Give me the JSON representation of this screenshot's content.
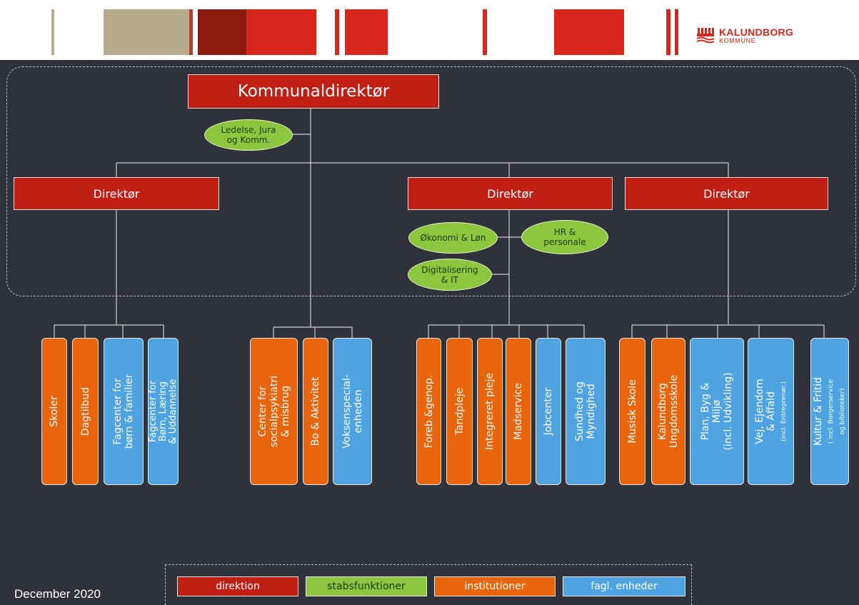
{
  "logo": {
    "name": "KALUNDBORG",
    "sub": "KOMMUNE"
  },
  "top": {
    "label": "Kommunaldirektør"
  },
  "directors": [
    {
      "label": "Direktør"
    },
    {
      "label": "Direktør"
    },
    {
      "label": "Direktør"
    }
  ],
  "staff": [
    {
      "label": "Ledelse, Jura\nog Komm."
    },
    {
      "label": "Økonomi & Løn"
    },
    {
      "label": "HR &\npersonale"
    },
    {
      "label": "Digitalisering\n& IT"
    }
  ],
  "units": [
    {
      "label": "Skoler",
      "sub": "",
      "category": "institutioner"
    },
    {
      "label": "Dagtilbud",
      "sub": "",
      "category": "institutioner"
    },
    {
      "label": "Fagcenter for\nbørn & familier",
      "sub": "",
      "category": "fagl. enheder"
    },
    {
      "label": "Fagcenter for\nBørn, Læring\n& Uddannelse",
      "sub": "",
      "category": "fagl. enheder"
    },
    {
      "label": "Center for\nsocialpsykiatri\n& misbrug",
      "sub": "",
      "category": "institutioner"
    },
    {
      "label": "Bo & Aktivitet",
      "sub": "",
      "category": "institutioner"
    },
    {
      "label": "Voksenspecial-\nenheden",
      "sub": "",
      "category": "fagl. enheder"
    },
    {
      "label": "Foreb.&genop.",
      "sub": "",
      "category": "institutioner"
    },
    {
      "label": "Tandpleje",
      "sub": "",
      "category": "institutioner"
    },
    {
      "label": "Integreret pleje",
      "sub": "",
      "category": "institutioner"
    },
    {
      "label": "Madservice",
      "sub": "",
      "category": "institutioner"
    },
    {
      "label": "Jobcenter",
      "sub": "",
      "category": "fagl. enheder"
    },
    {
      "label": "Sundhed og\nMyndighed",
      "sub": "",
      "category": "fagl. enheder"
    },
    {
      "label": "Musisk Skole",
      "sub": "",
      "category": "institutioner"
    },
    {
      "label": "Kalundborg\nUngdomsskole",
      "sub": "",
      "category": "institutioner"
    },
    {
      "label": "Plan, Byg &\nMiljø\n(incl. Udvikling)",
      "sub": "",
      "category": "fagl. enheder"
    },
    {
      "label": "Vej, Ejendom\n& Affald",
      "sub": "(incl. Entreprenør.)",
      "category": "fagl. enheder"
    },
    {
      "label": "Kultur & Fritid",
      "sub": "( incl. Borgerservice\nog biblioteker)",
      "category": "fagl. enheder"
    }
  ],
  "legend": [
    {
      "label": "direktion",
      "color": "#c11e14"
    },
    {
      "label": "stabsfunktioner",
      "color": "#8cc63f"
    },
    {
      "label": "institutioner",
      "color": "#e8650e"
    },
    {
      "label": "fagl. enheder",
      "color": "#4fa3e0"
    }
  ],
  "footer": {
    "date": "December 2020"
  },
  "colors": {
    "direktion": "#c11e14",
    "stabsfunktioner": "#8cc63f",
    "institutioner": "#e8650e",
    "fagl. enheder": "#4fa3e0",
    "background": "#2f323a"
  }
}
